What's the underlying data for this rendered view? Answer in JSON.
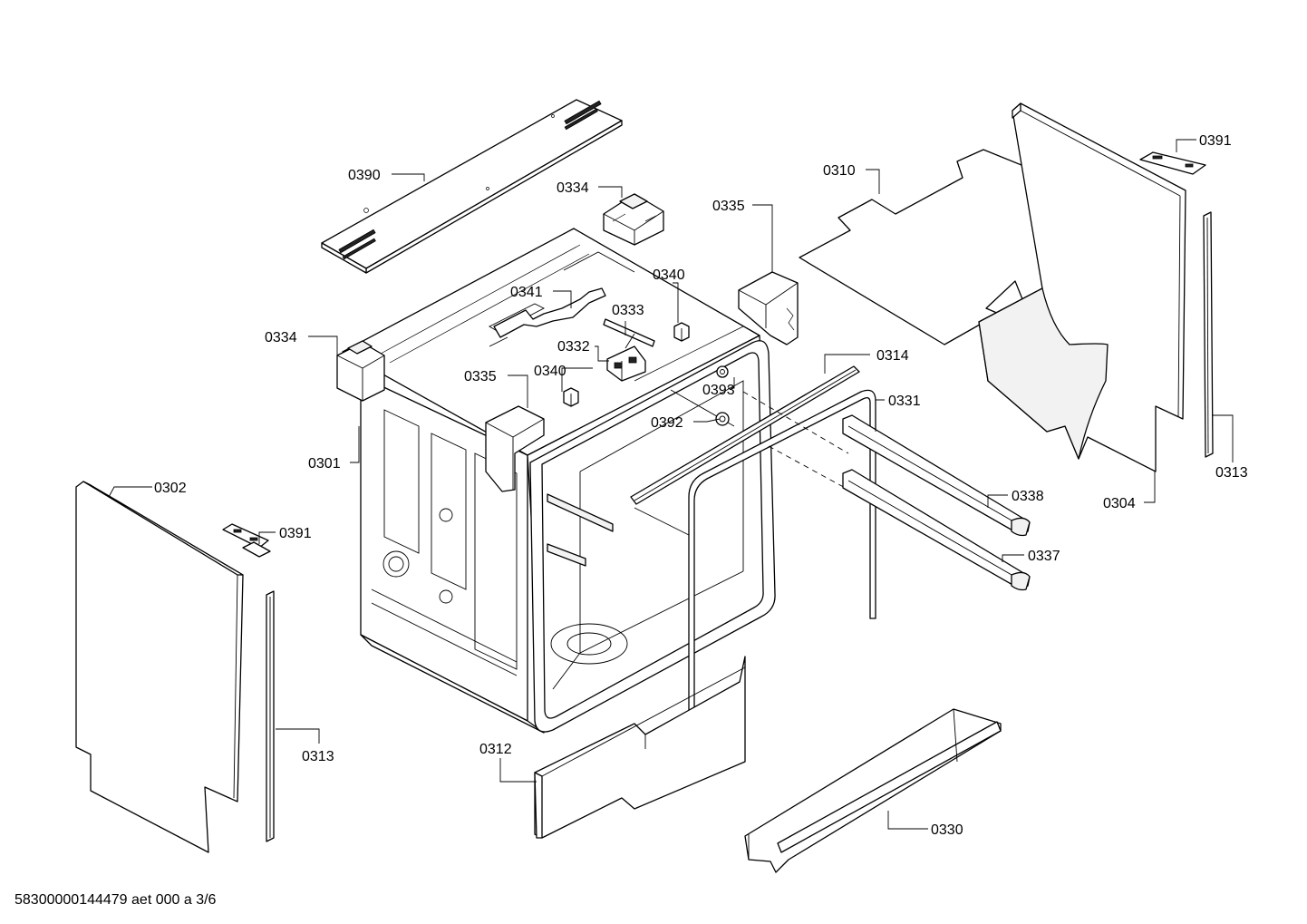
{
  "labels": {
    "l0390": "0390",
    "l0334a": "0334",
    "l0334b": "0334",
    "l0335a": "0335",
    "l0335b": "0335",
    "l0341": "0341",
    "l0340a": "0340",
    "l0340b": "0340",
    "l0333": "0333",
    "l0332": "0332",
    "l0310": "0310",
    "l0391a": "0391",
    "l0391b": "0391",
    "l0314": "0314",
    "l0393": "0393",
    "l0392": "0392",
    "l0331": "0331",
    "l0301": "0301",
    "l0302": "0302",
    "l0313a": "0313",
    "l0313b": "0313",
    "l0304": "0304",
    "l0338": "0338",
    "l0337": "0337",
    "l0312": "0312",
    "l0330": "0330"
  },
  "footer": "58300000144479 aet 000 a 3/6"
}
